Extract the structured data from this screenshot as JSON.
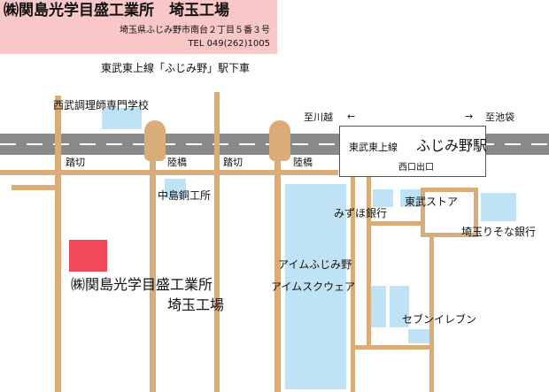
{
  "header": {
    "company_title": "㈱関島光学目盛工業所　埼玉工場",
    "address": "埼玉県ふじみ野市南台２丁目５番３号",
    "tel": "TEL  049(262)1005"
  },
  "access_note": "東武東上線「ふじみ野」駅下車",
  "station": {
    "line": "東武東上線",
    "name": "ふじみ野駅",
    "exit": "西口出口"
  },
  "directions": {
    "left_label": "至川越",
    "left_arrow": "←",
    "right_arrow": "→",
    "right_label": "至池袋"
  },
  "crossings": {
    "crossing_1": "踏切",
    "bridge_1": "陸橋",
    "crossing_2": "踏切",
    "bridge_2": "陸橋"
  },
  "landmarks": {
    "school": "西武調理師専門学校",
    "nakajima": "中島銅工所",
    "mizuho": "みずほ銀行",
    "tobu_store": "東武ストア",
    "resona": "埼玉りそな銀行",
    "aim_line1": "アイムふじみ野",
    "aim_line2": "アイムスクウェア",
    "seven": "セブンイレブン"
  },
  "company": {
    "name": "㈱関島光学目盛工業所",
    "plant": "埼玉工場"
  },
  "colors": {
    "header_bg": "#f9c7c7",
    "road": "#d9ac78",
    "building": "#bfe3f5",
    "railway": "#8a8a8a",
    "target": "#f04a5a"
  }
}
